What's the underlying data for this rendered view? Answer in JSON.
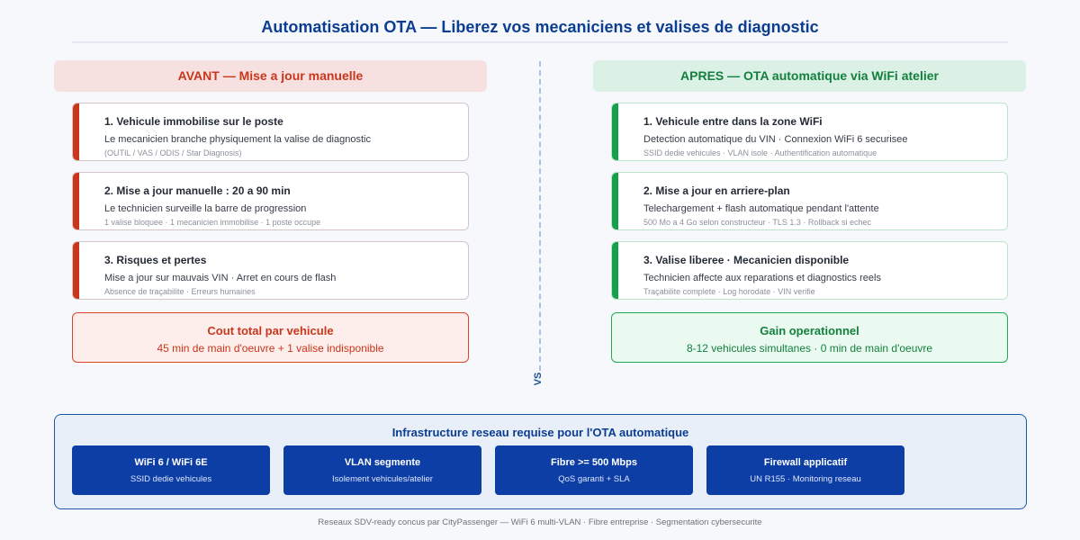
{
  "title": "Automatisation OTA — Liberez vos mecaniciens et valises de diagnostic",
  "before": {
    "header": "AVANT — Mise a jour manuelle",
    "steps": [
      {
        "title": "1. Vehicule immobilise sur le poste",
        "description": "Le mecanicien branche physiquement la valise de diagnostic",
        "note": "(OUTIL / VAS / ODIS / Star Diagnosis)"
      },
      {
        "title": "2. Mise a jour manuelle : 20 a 90 min",
        "description": "Le technicien surveille la barre de progression",
        "note": "1 valise bloquee · 1 mecanicien immobilise · 1 poste occupe"
      },
      {
        "title": "3. Risques et pertes",
        "description": "Mise a jour sur mauvais VIN · Arret en cours de flash",
        "note": "Absence de traçabilite · Erreurs humaines"
      }
    ],
    "summary": {
      "title": "Cout total par vehicule",
      "value": "45 min de main d'oeuvre + 1 valise indisponible"
    }
  },
  "after": {
    "header": "APRES — OTA automatique via WiFi atelier",
    "steps": [
      {
        "title": "1. Vehicule entre dans la zone WiFi",
        "description": "Detection automatique du VIN · Connexion WiFi 6 securisee",
        "note": "SSID dedie vehicules · VLAN isole · Authentification automatique"
      },
      {
        "title": "2. Mise a jour en arriere-plan",
        "description": "Telechargement + flash automatique pendant l'attente",
        "note": "500 Mo a 4 Go selon constructeur · TLS 1.3 · Rollback si echec"
      },
      {
        "title": "3. Valise liberee · Mecanicien disponible",
        "description": "Technicien affecte aux reparations et diagnostics reels",
        "note": "Traçabilite complete · Log horodate · VIN verifie"
      }
    ],
    "summary": {
      "title": "Gain operationnel",
      "value": "8-12 vehicules simultanes · 0 min de main d'oeuvre"
    }
  },
  "vs_label": "VS",
  "infrastructure": {
    "title": "Infrastructure reseau requise pour l'OTA automatique",
    "items": [
      {
        "title": "WiFi 6 / WiFi 6E",
        "subtitle": "SSID dedie vehicules"
      },
      {
        "title": "VLAN segmente",
        "subtitle": "Isolement vehicules/atelier"
      },
      {
        "title": "Fibre >= 500 Mbps",
        "subtitle": "QoS garanti + SLA"
      },
      {
        "title": "Firewall applicatif",
        "subtitle": "UN R155 · Monitoring reseau"
      }
    ]
  },
  "footer": "Reseaux SDV-ready concus par CityPassenger — WiFi 6 multi-VLAN · Fibre entreprise · Segmentation cybersecurite",
  "colors": {
    "title": "#0b3d91",
    "before_accent": "#c9361b",
    "after_accent": "#16a04a",
    "infra_card": "#0d3ea6"
  }
}
